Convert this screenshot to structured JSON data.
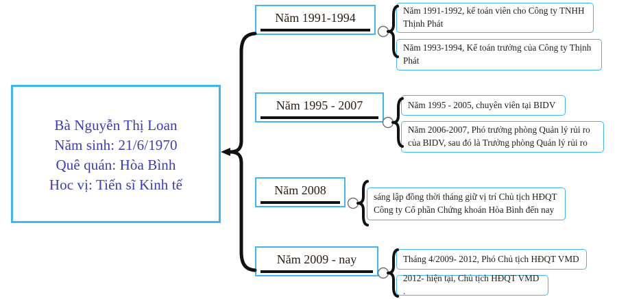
{
  "diagram": {
    "type": "horizontal-bracket-tree",
    "title_text": "Bà Nguyễn Thị Loan career timeline",
    "colors": {
      "box_border": "#3fb5f2",
      "profile_text": "#3b3bb5",
      "brace_stroke": "#111111",
      "detail_text": "#231d17",
      "year_rule": "#111111",
      "background": "#ffffff"
    }
  },
  "profile": {
    "lines": [
      "Bà Nguyễn Thị Loan",
      "Năm sinh: 21/6/1970",
      "Quê quán: Hòa Bình",
      "Hoc vị: Tiến sĩ Kinh tế"
    ]
  },
  "branches": [
    {
      "year_label": "Năm 1991-1994",
      "details": [
        "Năm 1991-1992, kế toán viên cho Công ty TNHH Thịnh Phát",
        "Năm 1993-1994,  Kế toán trưởng của Công ty Thịnh Phát"
      ]
    },
    {
      "year_label": "Năm 1995 - 2007",
      "details": [
        "Năm  1995 - 2005, chuyên viên tại BIDV",
        "Năm 2006-2007, Phó trưởng phòng Quản lý rủi ro của BIDV, sau đó là Trưởng phòng Quản lý rủi ro"
      ]
    },
    {
      "year_label": "Năm 2008",
      "details": [
        "sáng lập đồng thời tháng giữ vị trí Chủ tịch HĐQT Công ty Cổ phần Chứng khoán Hòa Bình đến nay"
      ]
    },
    {
      "year_label": "Năm 2009 - nay",
      "details": [
        "Tháng 4/2009- 2012,  Phó Chủ tịch HĐQT VMD",
        "2012- hiện tại, Chủ tịch HĐQT VMD ."
      ]
    }
  ]
}
